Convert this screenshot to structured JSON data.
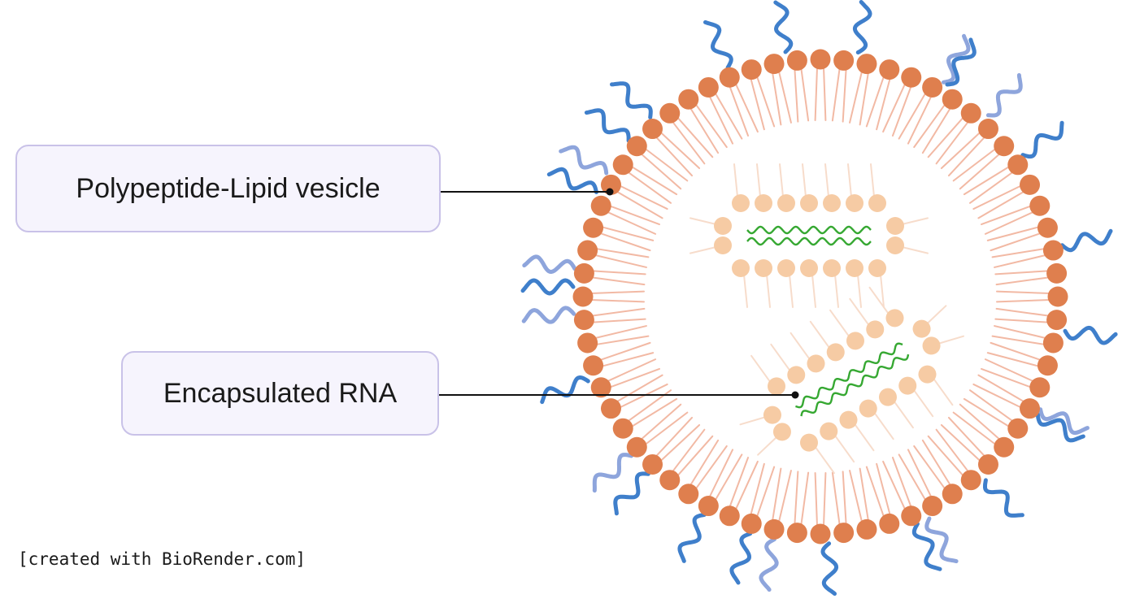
{
  "labels": {
    "vesicle": "Polypeptide-Lipid vesicle",
    "rna": "Encapsulated RNA"
  },
  "credit": "[created with BioRender.com]",
  "colors": {
    "outer_head": "#df7f4e",
    "outer_tail": "#f2b9a4",
    "inner_head": "#f6cba4",
    "inner_tail": "#f7dccb",
    "polypeptide_dark": "#3f7fcb",
    "polypeptide_light": "#8ea5dc",
    "rna": "#36a832",
    "leader_line": "#111111",
    "box_fill": "#f6f4fd",
    "box_border": "#c9c2e8"
  },
  "icons": {
    "vesicle": "lipid-bilayer-vesicle",
    "chain": "polypeptide-chain",
    "rna": "rna-strand"
  }
}
